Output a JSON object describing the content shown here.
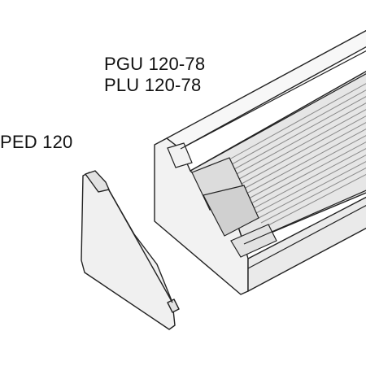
{
  "labels": {
    "profile_line1": "PGU 120-78",
    "profile_line2": "PLU 120-78",
    "end_cap": "PED 120"
  },
  "colors": {
    "line": "#222222",
    "face": "#eeeeee",
    "face_light": "#f5f5f5",
    "face_dark": "#d9d9d9",
    "groove": "#9a9a9a",
    "background": "#ffffff"
  }
}
